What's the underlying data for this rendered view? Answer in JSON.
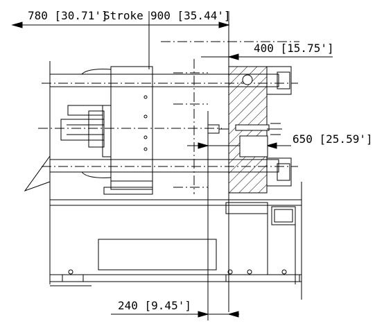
{
  "dimensions": {
    "top_left": "780 [30.71']",
    "stroke_label": "Stroke",
    "top_right": "900 [35.44']",
    "right_upper": "400 [15.75']",
    "right_middle": "650 [25.59']",
    "bottom": "240 [9.45']"
  },
  "colors": {
    "line": "#000000",
    "background": "#ffffff"
  }
}
